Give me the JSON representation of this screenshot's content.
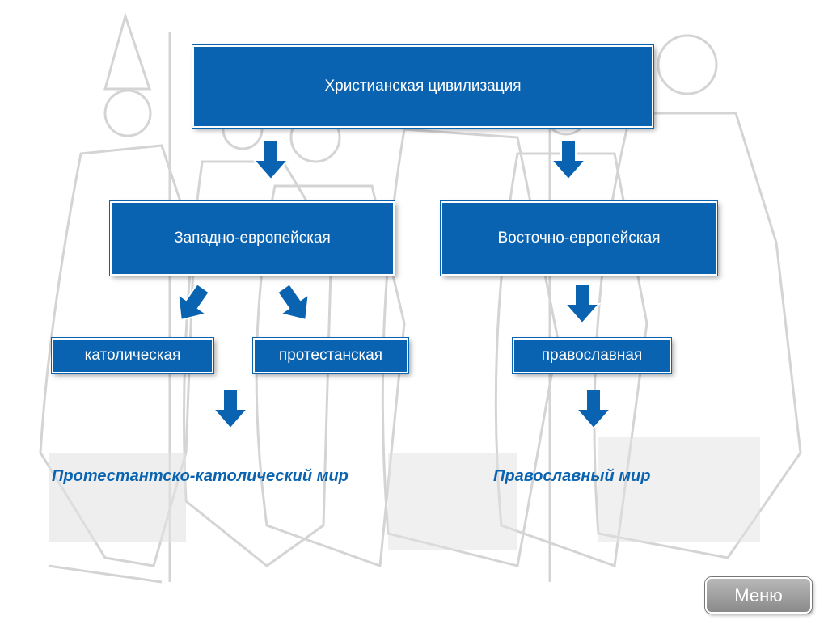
{
  "diagram": {
    "root": "Христианская цивилизация",
    "branches": {
      "west": "Западно-европейская",
      "east": "Восточно-европейская"
    },
    "leaves": {
      "catholic": "католическая",
      "protestant": "протестанская",
      "orthodox": "православная"
    },
    "worlds": {
      "west": "Протестантско-католический мир",
      "east": "Православный мир"
    }
  },
  "buttons": {
    "menu_label": "Меню"
  },
  "colors": {
    "box_fill": "#0a63b0",
    "box_text": "#ffffff",
    "world_text": "#0a63b0",
    "background_figures": "#d2d2d2"
  }
}
